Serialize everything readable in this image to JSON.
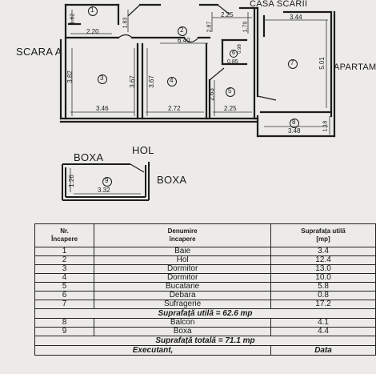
{
  "plan": {
    "labels": {
      "scara_a": "SCARA A",
      "casa_scarii": "CASA SCARII",
      "apartament": "APARTAM",
      "boxa_left": "BOXA",
      "hol": "HOL",
      "boxa_right": "BOXA"
    },
    "room_numbers": [
      "1",
      "2",
      "3",
      "4",
      "5",
      "6",
      "7",
      "8",
      "9"
    ],
    "dimensions": {
      "r1_h": "1.62",
      "r1_w": "2.20",
      "d_183": "1.83",
      "d_640": "6.40",
      "d_287": "2.87",
      "d_225_top": "2.25",
      "d_179": "1.79",
      "d_344": "3.44",
      "d_501": "5.01",
      "d_382": "3.82",
      "d_367_a": "3.67",
      "d_367_b": "3.67",
      "d_263": "2.63",
      "d_346": "3.46",
      "d_272": "2.72",
      "d_225_bot": "2.25",
      "d_098": "0.98",
      "d_085": "0.85",
      "d_348": "3.48",
      "d_118": "1.18",
      "d_126": "1.26",
      "d_332": "3.32"
    }
  },
  "table": {
    "headers": {
      "nr": [
        "Nr.",
        "Încapere"
      ],
      "denumire": [
        "Denumire",
        "încapere"
      ],
      "suprafata": [
        "Suprafața utilă",
        "[mp]"
      ]
    },
    "rows": [
      {
        "nr": "1",
        "name": "Baie",
        "area": "3.4"
      },
      {
        "nr": "2",
        "name": "Hol",
        "area": "12.4"
      },
      {
        "nr": "3",
        "name": "Dormitor",
        "area": "13.0"
      },
      {
        "nr": "4",
        "name": "Dormitor",
        "area": "10.0"
      },
      {
        "nr": "5",
        "name": "Bucatarie",
        "area": "5.8"
      },
      {
        "nr": "6",
        "name": "Debara",
        "area": "0.8"
      },
      {
        "nr": "7",
        "name": "Sufragerie",
        "area": "17.2"
      }
    ],
    "suprafata_utila": "Suprafață utilă = 62.6 mp",
    "extra_rows": [
      {
        "nr": "8",
        "name": "Balcon",
        "area": "4.1"
      },
      {
        "nr": "9",
        "name": "Boxa",
        "area": "4.4"
      }
    ],
    "suprafata_totala": "Suprafață totală = 71.1 mp",
    "executant": "Executant,",
    "data": "Data"
  }
}
